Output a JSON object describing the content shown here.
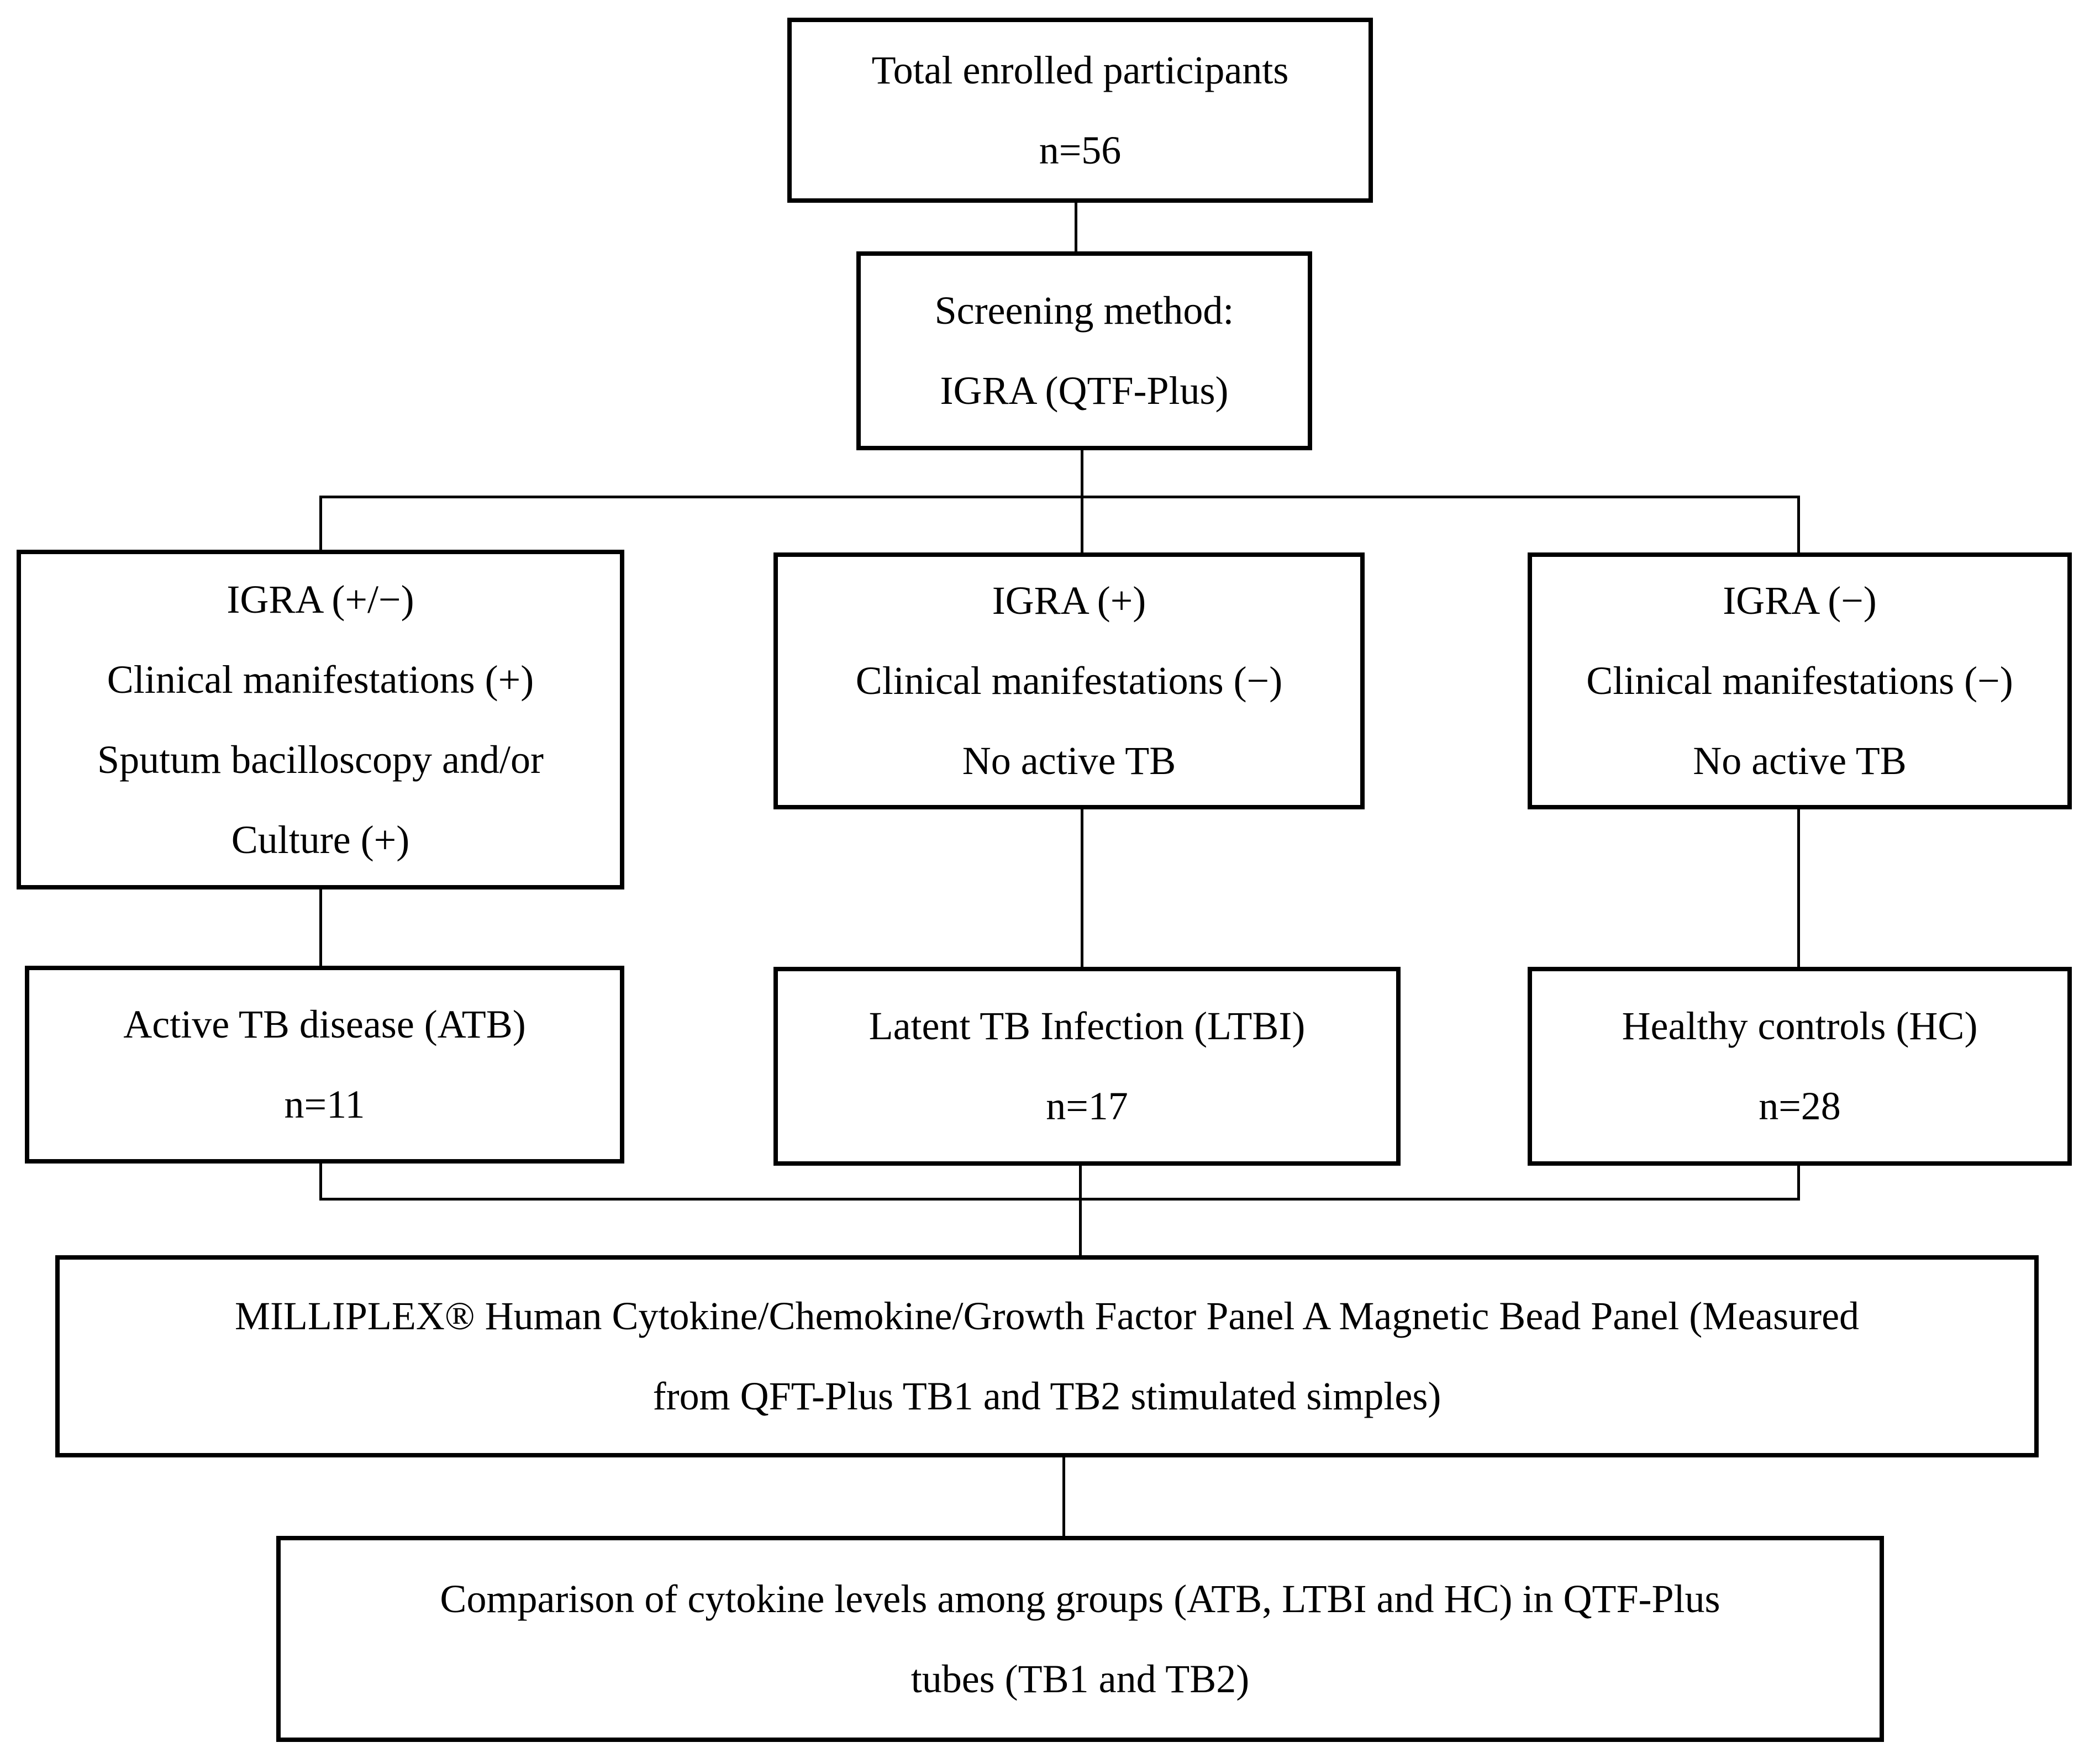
{
  "figure": {
    "type": "flowchart",
    "background_color": "#ffffff",
    "line_color": "#000000",
    "text_color": "#000000"
  },
  "nodes": {
    "total_enrolled": {
      "lines": [
        "Total enrolled participants",
        "n=56"
      ]
    },
    "screening": {
      "lines": [
        "Screening method:",
        "IGRA (QTF-Plus)"
      ]
    },
    "atb_criteria": {
      "lines": [
        "IGRA (+/−)",
        "Clinical manifestations (+)",
        "Sputum bacilloscopy and/or",
        "Culture (+)"
      ]
    },
    "ltbi_criteria": {
      "lines": [
        "IGRA (+)",
        "Clinical manifestations (−)",
        "No active TB"
      ]
    },
    "hc_criteria": {
      "lines": [
        "IGRA (−)",
        "Clinical manifestations (−)",
        "No active TB"
      ]
    },
    "atb_group": {
      "lines": [
        "Active TB disease (ATB)",
        "n=11"
      ]
    },
    "ltbi_group": {
      "lines": [
        "Latent TB Infection (LTBI)",
        "n=17"
      ]
    },
    "hc_group": {
      "lines": [
        "Healthy controls (HC)",
        "n=28"
      ]
    },
    "milliplex": {
      "lines": [
        "MILLIPLEX® Human Cytokine/Chemokine/Growth Factor Panel A Magnetic Bead Panel (Measured",
        "from QFT-Plus TB1 and TB2 stimulated simples)"
      ]
    },
    "comparison": {
      "lines": [
        "Comparison of cytokine levels among groups (ATB, LTBI and HC) in QTF-Plus",
        "tubes (TB1 and TB2)"
      ]
    }
  },
  "group_counts": {
    "total": 56,
    "atb": 11,
    "ltbi": 17,
    "hc": 28
  }
}
